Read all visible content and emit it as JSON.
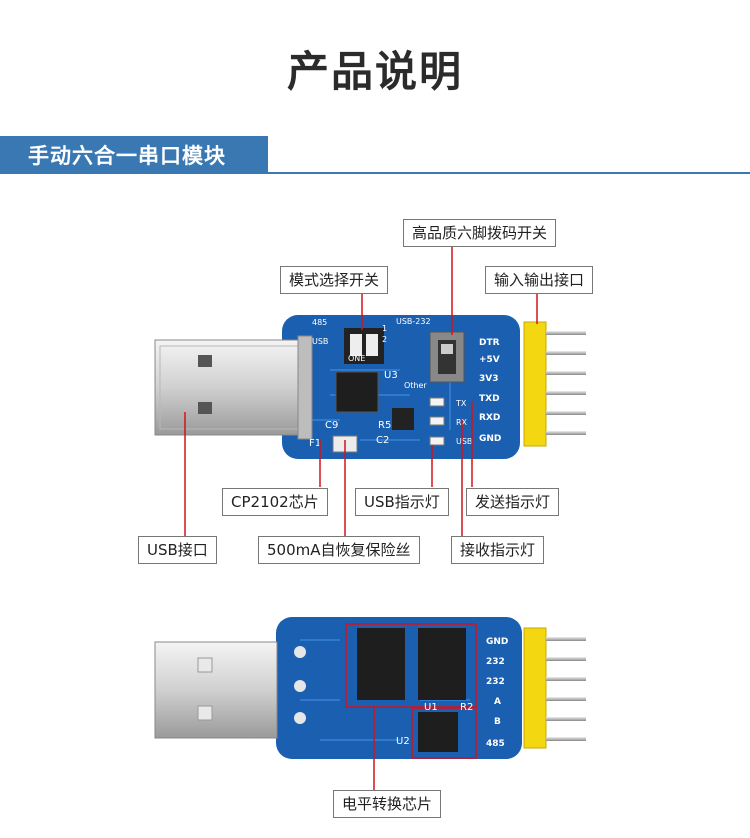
{
  "page_title": "产品说明",
  "section_title": "手动六合一串口模块",
  "labels": {
    "dip_switch": "高品质六脚拨码开关",
    "mode_switch": "模式选择开关",
    "io_header": "输入输出接口",
    "cp2102": "CP2102芯片",
    "usb_led": "USB指示灯",
    "tx_led": "发送指示灯",
    "usb_port": "USB接口",
    "fuse": "500mA自恢复保险丝",
    "rx_led": "接收指示灯",
    "level_chip": "电平转换芯片"
  },
  "silkscreen_top": {
    "mode_485": "485",
    "mode_usb": "USB",
    "mode_usb232": "USB-232",
    "on": "ONE",
    "n1": "1",
    "n2": "2",
    "other": "Other",
    "u3": "U3",
    "c9": "C9",
    "f1": "F1",
    "r5": "R5",
    "c2": "C2",
    "tx": "TX",
    "rx": "RX",
    "usb": "USB",
    "pins": [
      "DTR",
      "+5V",
      "3V3",
      "TXD",
      "RXD",
      "GND"
    ]
  },
  "silkscreen_bottom": {
    "pins": [
      "GND",
      "232",
      "232",
      "A",
      "B",
      "485"
    ],
    "u1": "U1",
    "u2": "U2",
    "r2": "R2"
  },
  "colors": {
    "accent": "#3a78b3",
    "pointer": "#d4121a",
    "pcb": "#1b5fb0",
    "pin_header": "#f2d711"
  }
}
